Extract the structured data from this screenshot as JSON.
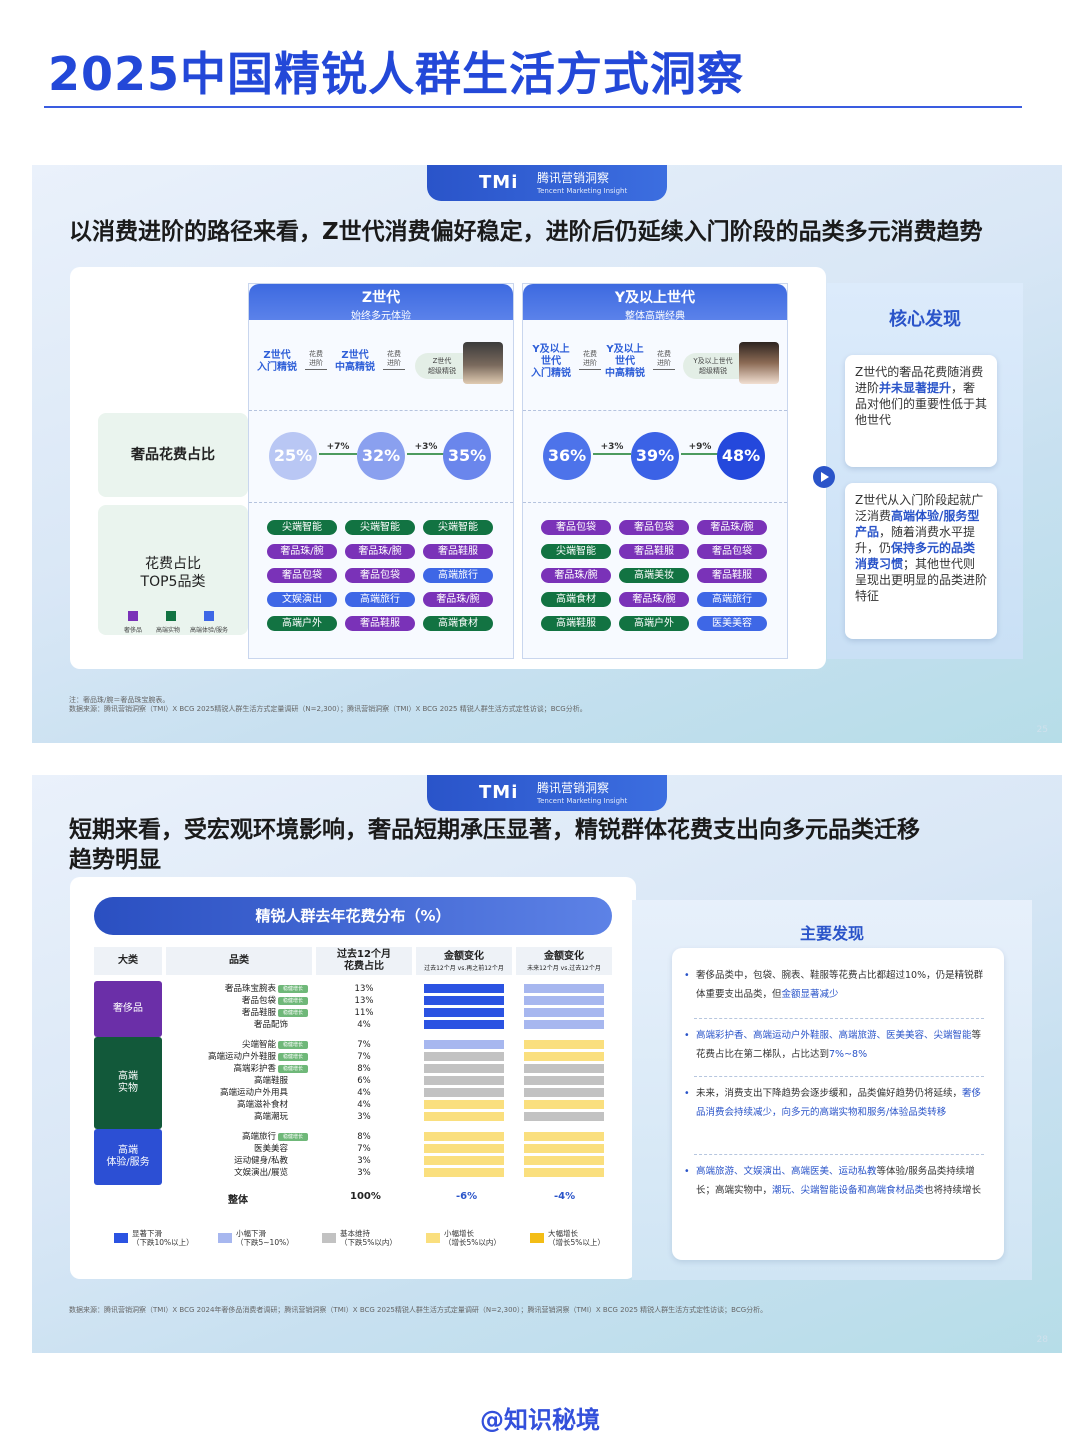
{
  "page": {
    "title": "2025中国精锐人群生活方式洞察",
    "watermark": "@知识秘境"
  },
  "brand": {
    "mark": "TMi",
    "name": "腾讯营销洞察",
    "sub": "Tencent Marketing Insight"
  },
  "slide1": {
    "heading": "以消费进阶的路径来看，Z世代消费偏好稳定，进阶后仍延续入门阶段的品类多元消费趋势",
    "row_labels": {
      "luxury_share": "奢品花费占比",
      "top5_line1": "花费占比",
      "top5_line2": "TOP5品类"
    },
    "legend": [
      "奢侈品",
      "高端实物",
      "高端体验/服务"
    ],
    "gen_z": {
      "title": "Z世代",
      "subtitle": "始终多元体验",
      "path": {
        "s1": "Z世代\n入门精锐",
        "a1": "花费\n进阶",
        "s2": "Z世代\n中高精锐",
        "a2": "花费\n进阶",
        "s3": "Z世代\n超级精锐"
      },
      "circles": [
        "25%",
        "32%",
        "35%"
      ],
      "increments": [
        "+7%",
        "+3%"
      ],
      "columns": [
        [
          {
            "t": "尖端智能",
            "c": "phy"
          },
          {
            "t": "奢品珠/腕",
            "c": "lux"
          },
          {
            "t": "奢品包袋",
            "c": "lux"
          },
          {
            "t": "文娱演出",
            "c": "exp"
          },
          {
            "t": "高端户外",
            "c": "phy"
          }
        ],
        [
          {
            "t": "尖端智能",
            "c": "phy"
          },
          {
            "t": "奢品珠/腕",
            "c": "lux"
          },
          {
            "t": "奢品包袋",
            "c": "lux"
          },
          {
            "t": "高端旅行",
            "c": "exp"
          },
          {
            "t": "奢品鞋服",
            "c": "lux"
          }
        ],
        [
          {
            "t": "尖端智能",
            "c": "phy"
          },
          {
            "t": "奢品鞋服",
            "c": "lux"
          },
          {
            "t": "高端旅行",
            "c": "exp"
          },
          {
            "t": "奢品珠/腕",
            "c": "lux"
          },
          {
            "t": "高端食材",
            "c": "phy"
          }
        ]
      ]
    },
    "gen_y": {
      "title": "Y及以上世代",
      "subtitle": "整体高端经典",
      "path": {
        "s1": "Y及以上\n世代\n入门精锐",
        "a1": "花费\n进阶",
        "s2": "Y及以上\n世代\n中高精锐",
        "a2": "花费\n进阶",
        "s3": "Y及以上世代\n超级精锐"
      },
      "circles": [
        "36%",
        "39%",
        "48%"
      ],
      "increments": [
        "+3%",
        "+9%"
      ],
      "columns": [
        [
          {
            "t": "奢品包袋",
            "c": "lux"
          },
          {
            "t": "尖端智能",
            "c": "phy"
          },
          {
            "t": "奢品珠/腕",
            "c": "lux"
          },
          {
            "t": "高端食材",
            "c": "phy"
          },
          {
            "t": "高端鞋服",
            "c": "phy"
          }
        ],
        [
          {
            "t": "奢品包袋",
            "c": "lux"
          },
          {
            "t": "奢品鞋服",
            "c": "lux"
          },
          {
            "t": "高端美妆",
            "c": "phy"
          },
          {
            "t": "奢品珠/腕",
            "c": "lux"
          },
          {
            "t": "高端户外",
            "c": "phy"
          }
        ],
        [
          {
            "t": "奢品珠/腕",
            "c": "lux"
          },
          {
            "t": "奢品包袋",
            "c": "lux"
          },
          {
            "t": "奢品鞋服",
            "c": "lux"
          },
          {
            "t": "高端旅行",
            "c": "exp"
          },
          {
            "t": "医美美容",
            "c": "exp"
          }
        ]
      ]
    },
    "core": {
      "title": "核心发现",
      "card1": {
        "a": "Z世代的奢品花费随消费进阶",
        "b": "并未显著提升",
        "c": "，奢品对他们的重要性低于其他世代"
      },
      "card2": {
        "a": "Z世代从入门阶段起就广泛消费",
        "b": "高端体验/服务型产品",
        "c": "，随着消费水平提升，仍",
        "d": "保持多元的品类消费习惯",
        "e": "；其他世代则呈现出更明显的品类进阶特征"
      }
    },
    "note": "注：奢品珠/腕＝奢品珠宝腕表。",
    "source": "数据来源：腾讯营销洞察（TMI）X BCG 2025精锐人群生活方式定量调研（N=2,300）；腾讯营销洞察（TMI）X BCG 2025 精锐人群生活方式定性访谈；BCG分析。",
    "page_num": "25"
  },
  "slide2": {
    "heading_l1": "短期来看，受宏观环境影响，奢品短期承压显著，精锐群体花费支出向多元品类迁移",
    "heading_l2": "趋势明显",
    "table_title": "精锐人群去年花费分布（%）",
    "headers": {
      "cat": "大类",
      "item": "品类",
      "share": "过去12个月\n花费占比",
      "chg1": "金额变化",
      "chg1_sub": "过去12个月 vs.再之前12个月",
      "chg2": "金额变化",
      "chg2_sub": "未来12个月 vs.过去12个月"
    },
    "tag_label": "稳健增长",
    "groups": [
      {
        "name": "奢侈品",
        "color": "#6b2fa8",
        "rows": [
          {
            "item": "奢品珠宝腕表",
            "share": "13%",
            "tag": true,
            "c1": "sig",
            "c2": "sm"
          },
          {
            "item": "奢品包袋",
            "share": "13%",
            "tag": true,
            "c1": "sig",
            "c2": "sm"
          },
          {
            "item": "奢品鞋服",
            "share": "11%",
            "tag": true,
            "c1": "sig",
            "c2": "sm"
          },
          {
            "item": "奢品配饰",
            "share": "4%",
            "tag": false,
            "c1": "sig",
            "c2": "sm"
          }
        ]
      },
      {
        "name": "高端\n实物",
        "color": "#12593a",
        "rows": [
          {
            "item": "尖端智能",
            "share": "7%",
            "tag": true,
            "c1": "sm",
            "c2": "up"
          },
          {
            "item": "高端运动户外鞋服",
            "share": "7%",
            "tag": true,
            "c1": "flat",
            "c2": "up"
          },
          {
            "item": "高端彩护香",
            "share": "8%",
            "tag": true,
            "c1": "flat",
            "c2": "flat"
          },
          {
            "item": "高端鞋服",
            "share": "6%",
            "tag": false,
            "c1": "flat",
            "c2": "flat"
          },
          {
            "item": "高端运动户外用具",
            "share": "4%",
            "tag": false,
            "c1": "flat",
            "c2": "flat"
          },
          {
            "item": "高端滋补食材",
            "share": "4%",
            "tag": false,
            "c1": "up",
            "c2": "up"
          },
          {
            "item": "高端潮玩",
            "share": "3%",
            "tag": false,
            "c1": "up",
            "c2": "flat"
          }
        ]
      },
      {
        "name": "高端\n体验/服务",
        "color": "#2c4fd4",
        "rows": [
          {
            "item": "高端旅行",
            "share": "8%",
            "tag": true,
            "c1": "up",
            "c2": "up"
          },
          {
            "item": "医美美容",
            "share": "7%",
            "tag": false,
            "c1": "up",
            "c2": "up"
          },
          {
            "item": "运动健身/私教",
            "share": "3%",
            "tag": false,
            "c1": "up",
            "c2": "up"
          },
          {
            "item": "文娱演出/展览",
            "share": "3%",
            "tag": false,
            "c1": "up",
            "c2": "up"
          }
        ]
      }
    ],
    "total": {
      "label": "整体",
      "share": "100%",
      "chg1": "-6%",
      "chg2": "-4%"
    },
    "legend": [
      {
        "k": "sig",
        "color": "#2b53e2",
        "l1": "显著下滑",
        "l2": "（下跌10%以上）"
      },
      {
        "k": "sm",
        "color": "#a7b7ef",
        "l1": "小幅下滑",
        "l2": "（下跌5~10%）"
      },
      {
        "k": "flat",
        "color": "#c2c2c2",
        "l1": "基本维持",
        "l2": "（下跌5%以内）"
      },
      {
        "k": "up",
        "color": "#fadf7e",
        "l1": "小幅增长",
        "l2": "（增长5%以内）"
      },
      {
        "k": "big",
        "color": "#f3bd16",
        "l1": "大幅增长",
        "l2": "（增长5%以上）"
      }
    ],
    "findings_title": "主要发现",
    "findings": {
      "f1a": "奢侈品类中，包袋、腕表、鞋服等花费占比都超过10%，",
      "f1b": "仍是精锐群体重要支出品类，但",
      "f1c": "金额显著减少",
      "f2a": "高端彩护香、高端运动户外鞋服、高端旅游、医美美容、",
      "f2b": "尖端智能",
      "f2c": "等花费占比在第二梯队，占比达到",
      "f2d": "7%~8%",
      "f3a": "未来，消费支出下降趋势会逐步缓和，品类偏好趋势仍将",
      "f3b": "延续，",
      "f3c": "奢侈品消费会持续减少，向多元的高端实物和服务/",
      "f3d": "体验品类转移",
      "f4a": "高端旅游、文娱演出、高端医美、运动私教",
      "f4b": "等体验/服务品",
      "f4c": "类持续增长；高端实物中，",
      "f4d": "潮玩、尖端智能设备和高端食",
      "f4e": "材品类",
      "f4f": "也将持续增长"
    },
    "source": "数据来源：腾讯营销洞察（TMI）X BCG 2024年奢侈品消费者调研；腾讯营销洞察（TMI）X BCG 2025精锐人群生活方式定量调研（N=2,300）；腾讯营销洞察（TMI）X BCG 2025 精锐人群生活方式定性访谈；BCG分析。",
    "page_num": "28"
  }
}
